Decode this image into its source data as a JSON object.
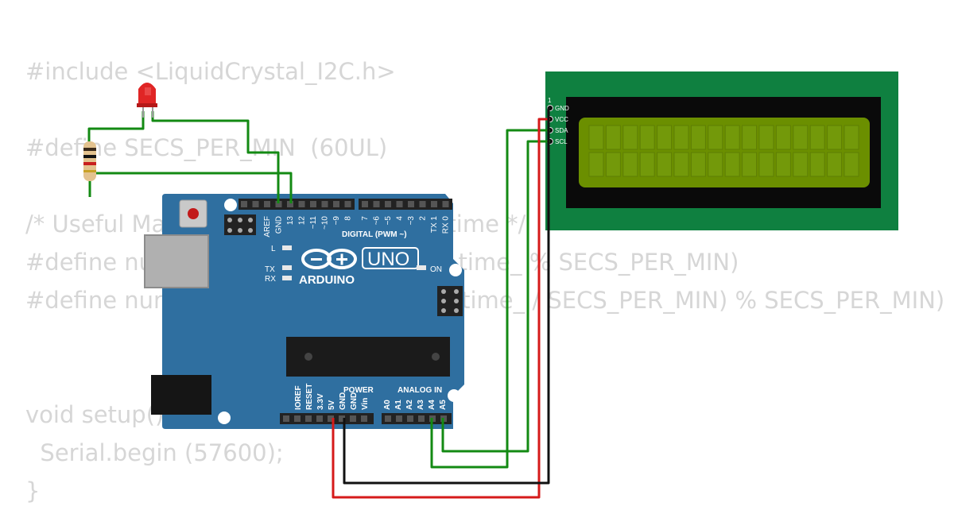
{
  "code_lines": [
    "#include <LiquidCrystal_I2C.h>",
    "",
    "#define SECS_PER_MIN  (60UL)",
    "",
    "/* Useful Macros for getting elapsed time */",
    "#define numberOfSeconds(_time_) (_time_ % SECS_PER_MIN)",
    "#define numberOfMinutes(_time_) ((_time_ / SECS_PER_MIN) % SECS_PER_MIN)",
    "",
    "",
    "void setup() {",
    "  Serial.begin (57600);",
    "}"
  ],
  "arduino": {
    "model": "UNO",
    "brand": "ARDUINO",
    "digital_header_label": "DIGITAL (PWM ~)",
    "power_label": "POWER",
    "analog_label": "ANALOG IN",
    "led_labels": [
      "L",
      "TX",
      "RX",
      "ON"
    ],
    "digital_pins": [
      "AREF",
      "GND",
      "13",
      "12",
      "~11",
      "~10",
      "~9",
      "8",
      "7",
      "~6",
      "~5",
      "4",
      "~3",
      "2",
      "TX 1",
      "RX 0"
    ],
    "power_pins": [
      "IOREF",
      "RESET",
      "3.3V",
      "5V",
      "GND",
      "GND",
      "Vin"
    ],
    "analog_pins": [
      "A0",
      "A1",
      "A2",
      "A3",
      "A4",
      "A5"
    ]
  },
  "lcd": {
    "pin_index_label": "1",
    "pins": [
      "GND",
      "VCC",
      "SDA",
      "SCL"
    ],
    "rows": 2,
    "cols": 16
  },
  "colors": {
    "board": "#2f6fa0",
    "wire_green": "#138a13",
    "wire_red": "#d61a1a",
    "wire_black": "#111111",
    "lcd_pcb": "#0f8040",
    "lcd_screen": "#6b8f00",
    "led": "#e02525"
  }
}
